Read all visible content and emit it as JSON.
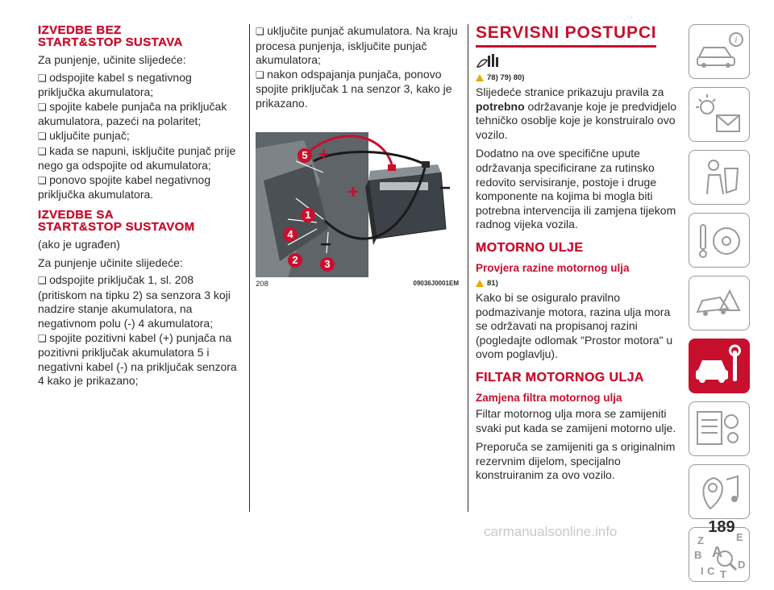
{
  "col1": {
    "h1": [
      "IZVEDBE BEZ",
      "START&STOP SUSTAVA"
    ],
    "p1": "Za punjenje, učinite slijedeće:",
    "list1": [
      "odspojite kabel s negativnog priključka akumulatora;",
      "spojite kabele punjača na priključak akumulatora, pazeći na polaritet;",
      "uključite punjač;",
      "kada se napuni, isključite punjač prije nego ga odspojite od akumulatora;",
      "ponovo spojite kabel negativnog priključka akumulatora."
    ],
    "h2": [
      "IZVEDBE SA",
      "START&STOP SUSTAVOM"
    ],
    "p2": "(ako je ugrađen)",
    "p3": "Za punjenje učinite slijedeće:",
    "list2": [
      "odspojite priključak 1, sl. 208 (pritiskom na tipku 2) sa senzora 3 koji nadzire stanje akumulatora, na negativnom polu (-) 4 akumulatora;",
      "spojite pozitivni kabel (+) punjača na pozitivni priključak akumulatora 5 i negativni kabel (-) na priključak senzora 4 kako je prikazano;"
    ]
  },
  "col2": {
    "list": [
      "uključite punjač akumulatora. Na kraju procesa punjenja, isključite punjač akumulatora;",
      "nakon odspajanja punjača, ponovo spojite priključak 1 na senzor 3, kako je prikazano."
    ],
    "figure": {
      "number": "208",
      "code": "09036J0001EM",
      "callouts": [
        "1",
        "2",
        "3",
        "4",
        "5"
      ],
      "plus": "+",
      "minus": "−"
    }
  },
  "col3": {
    "title": "SERVISNI POSTUPCI",
    "warn1": "78) 79) 80)",
    "p1_pre": "Slijedeće stranice prikazuju pravila za",
    "p1_bold": "potrebno",
    "p1_post": "održavanje koje je predvidjelo tehničko osoblje koje je konstruiralo ovo vozilo.",
    "p2": "Dodatno na ove specifične upute održavanja specificirane za rutinsko redovito servisiranje, postoje i druge komponente na kojima bi mogla biti potrebna intervencija ili zamjena tijekom radnog vijeka vozila.",
    "h_oil": "MOTORNO ULJE",
    "sub_oil": "Provjera razine motornog ulja",
    "warn2": "81)",
    "p_oil": "Kako bi se osiguralo pravilno podmazivanje motora, razina ulja mora se održavati na propisanoj razini (pogledajte odlomak \"Prostor motora\" u ovom poglavlju).",
    "h_filter": "FILTAR MOTORNOG ULJA",
    "sub_filter": "Zamjena filtra motornog ulja",
    "p_filter1": "Filtar motornog ulja mora se zamijeniti svaki put kada se zamijeni motorno ulje.",
    "p_filter2": "Preporuča se zamijeniti ga s originalnim rezervnim dijelom, specijalno konstruiranim za ovo vozilo."
  },
  "sidebar": {
    "tabs": [
      "car-info-icon",
      "warning-lights-icon",
      "safety-icon",
      "driving-icon",
      "emergency-icon",
      "maintenance-icon",
      "technical-data-icon",
      "multimedia-icon",
      "index-icon"
    ],
    "active_index": 5,
    "index_letters": [
      "Z",
      "E",
      "B",
      "A",
      "D",
      "I",
      "C",
      "T"
    ]
  },
  "page_number": "189",
  "watermark": "carmanualsonline.info",
  "colors": {
    "accent": "#c8102e",
    "warning": "#e8a900"
  }
}
